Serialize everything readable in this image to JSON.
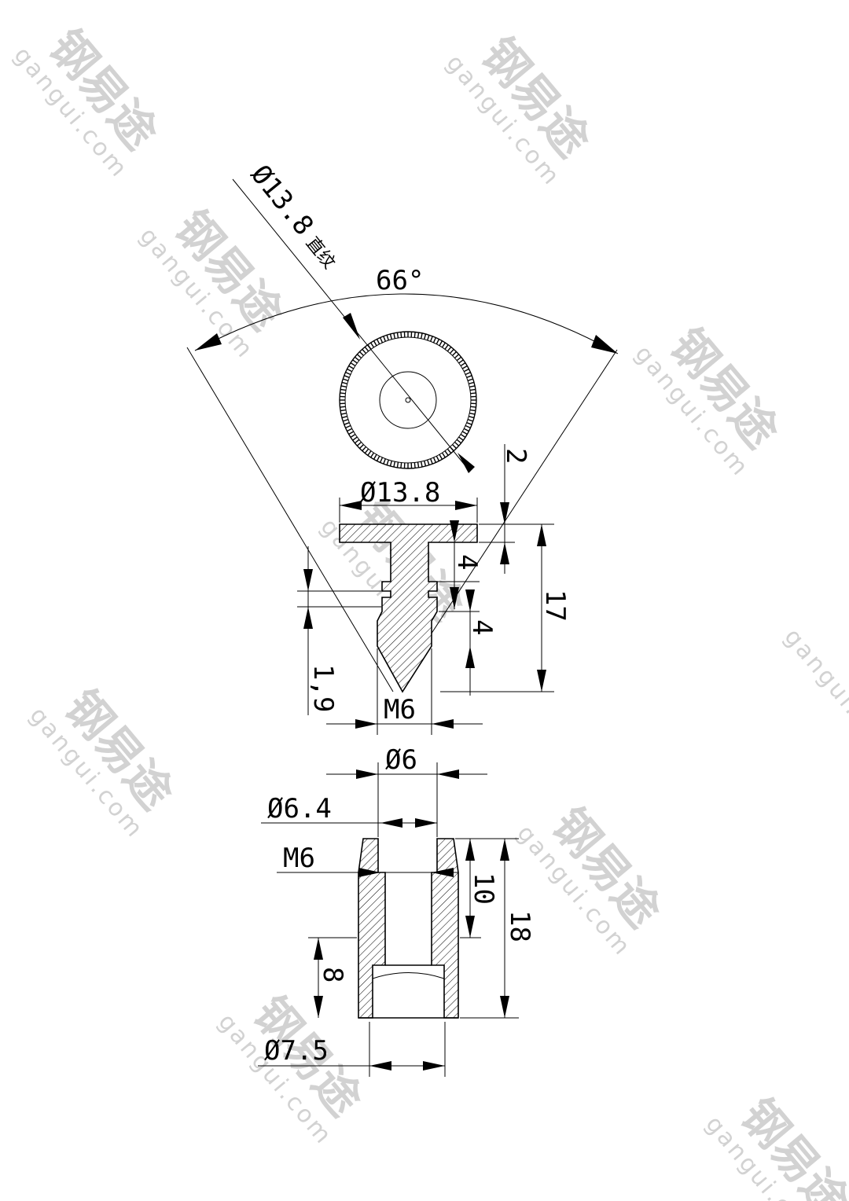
{
  "watermark": {
    "mark": "钢易途",
    "url": "gangui.com"
  },
  "top_view": {
    "angle_label": "66°",
    "knurl_label": "Ø13.8",
    "knurl_note": "直纹"
  },
  "pin_view": {
    "head_diameter": "Ø13.8",
    "head_thickness": "2",
    "overall_length": "17",
    "shank_length": "4",
    "groove_length": "4",
    "tip_length": "1,9",
    "thread": "M6"
  },
  "socket_view": {
    "diameter_top": "Ø6",
    "diameter_inner": "Ø6.4",
    "thread": "M6",
    "thread_depth": "10",
    "overall_length": "18",
    "counterbore_depth": "8",
    "bottom_diameter": "Ø7.5"
  }
}
